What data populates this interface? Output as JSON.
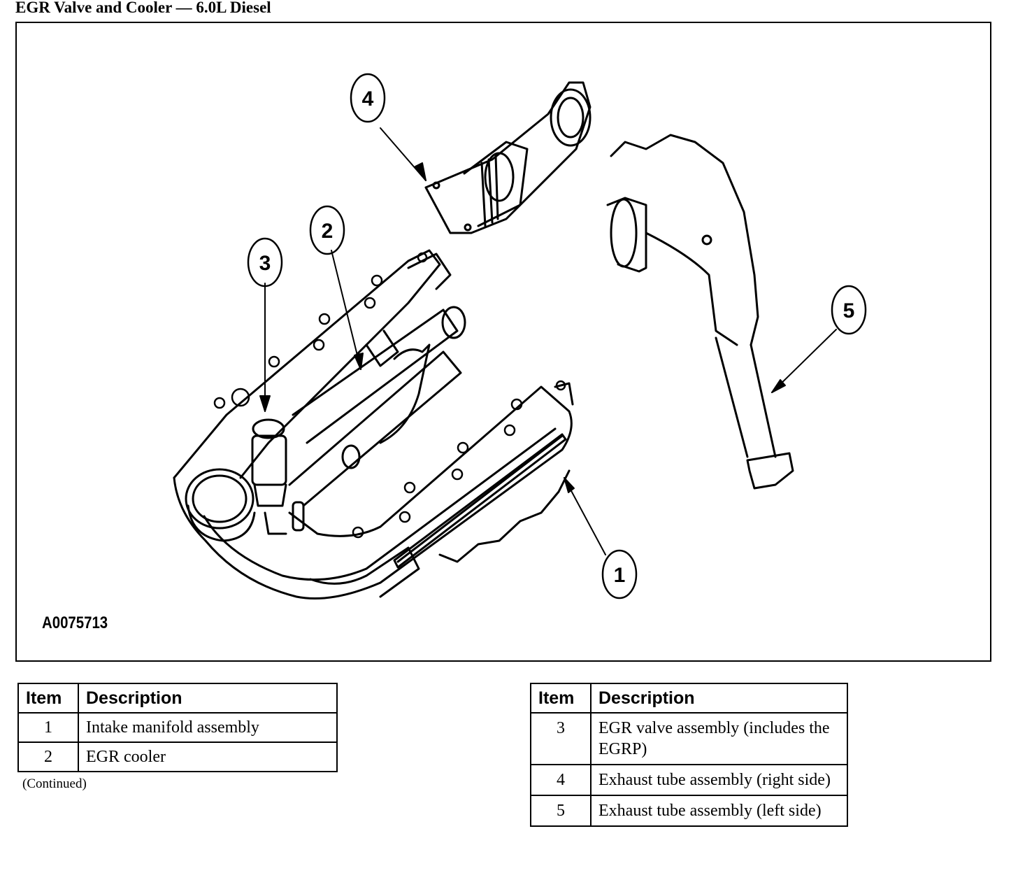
{
  "title": "EGR Valve and Cooler — 6.0L Diesel",
  "figure": {
    "id": "A0075713",
    "callouts": [
      "1",
      "2",
      "3",
      "4",
      "5"
    ]
  },
  "table_left": {
    "headers": [
      "Item",
      "Description"
    ],
    "rows": [
      {
        "item": "1",
        "description": "Intake manifold assembly"
      },
      {
        "item": "2",
        "description": "EGR cooler"
      }
    ],
    "note": "(Continued)"
  },
  "table_right": {
    "headers": [
      "Item",
      "Description"
    ],
    "rows": [
      {
        "item": "3",
        "description": "EGR valve assembly (includes the EGRP)"
      },
      {
        "item": "4",
        "description": "Exhaust tube assembly (right side)"
      },
      {
        "item": "5",
        "description": "Exhaust tube assembly (left side)"
      }
    ]
  }
}
